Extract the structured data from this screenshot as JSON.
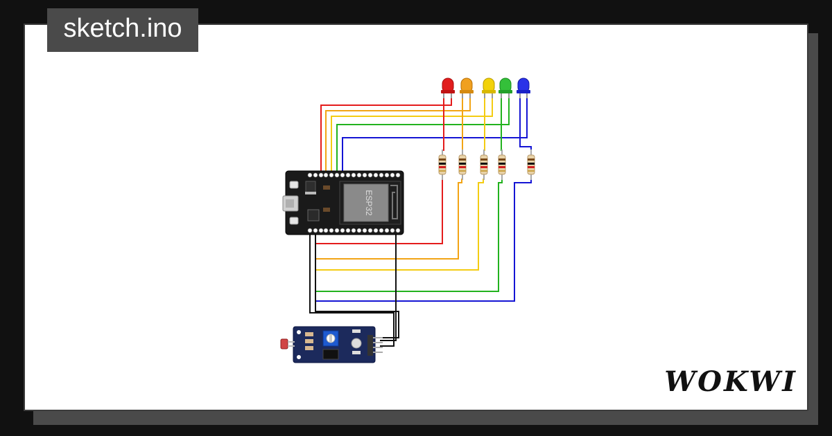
{
  "header": {
    "filename": "sketch.ino"
  },
  "brand": {
    "name": "WOKWI"
  },
  "board": {
    "chip_label": "ESP32"
  },
  "leds": [
    {
      "name": "red-led",
      "color": "#e11d1d"
    },
    {
      "name": "orange-led",
      "color": "#f0a020"
    },
    {
      "name": "yellow-led",
      "color": "#f2d20a"
    },
    {
      "name": "green-led",
      "color": "#34c03a"
    },
    {
      "name": "blue-led",
      "color": "#2a32e8"
    }
  ],
  "wire_colors": {
    "red": "#e41b1b",
    "orange": "#f2a414",
    "yellow": "#f4cc12",
    "green": "#22b21e",
    "blue": "#1414d4",
    "black": "#111111"
  }
}
